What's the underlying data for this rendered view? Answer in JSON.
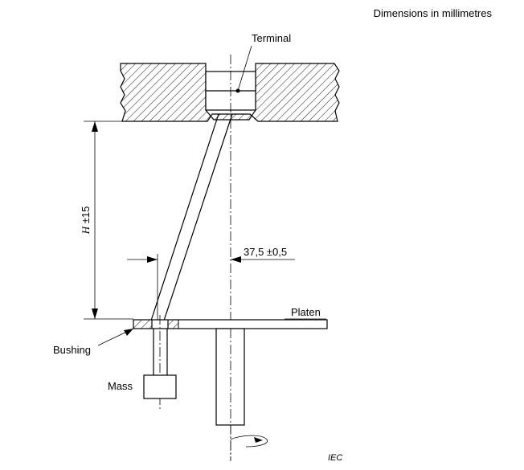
{
  "header": {
    "units_note": "Dimensions in millimetres"
  },
  "labels": {
    "terminal": "Terminal",
    "height_var": "H",
    "height_tol": " ±15",
    "offset": "37,5 ±0,5",
    "platen": "Platen",
    "bushing": "Bushing",
    "mass": "Mass",
    "source": "IEC"
  }
}
